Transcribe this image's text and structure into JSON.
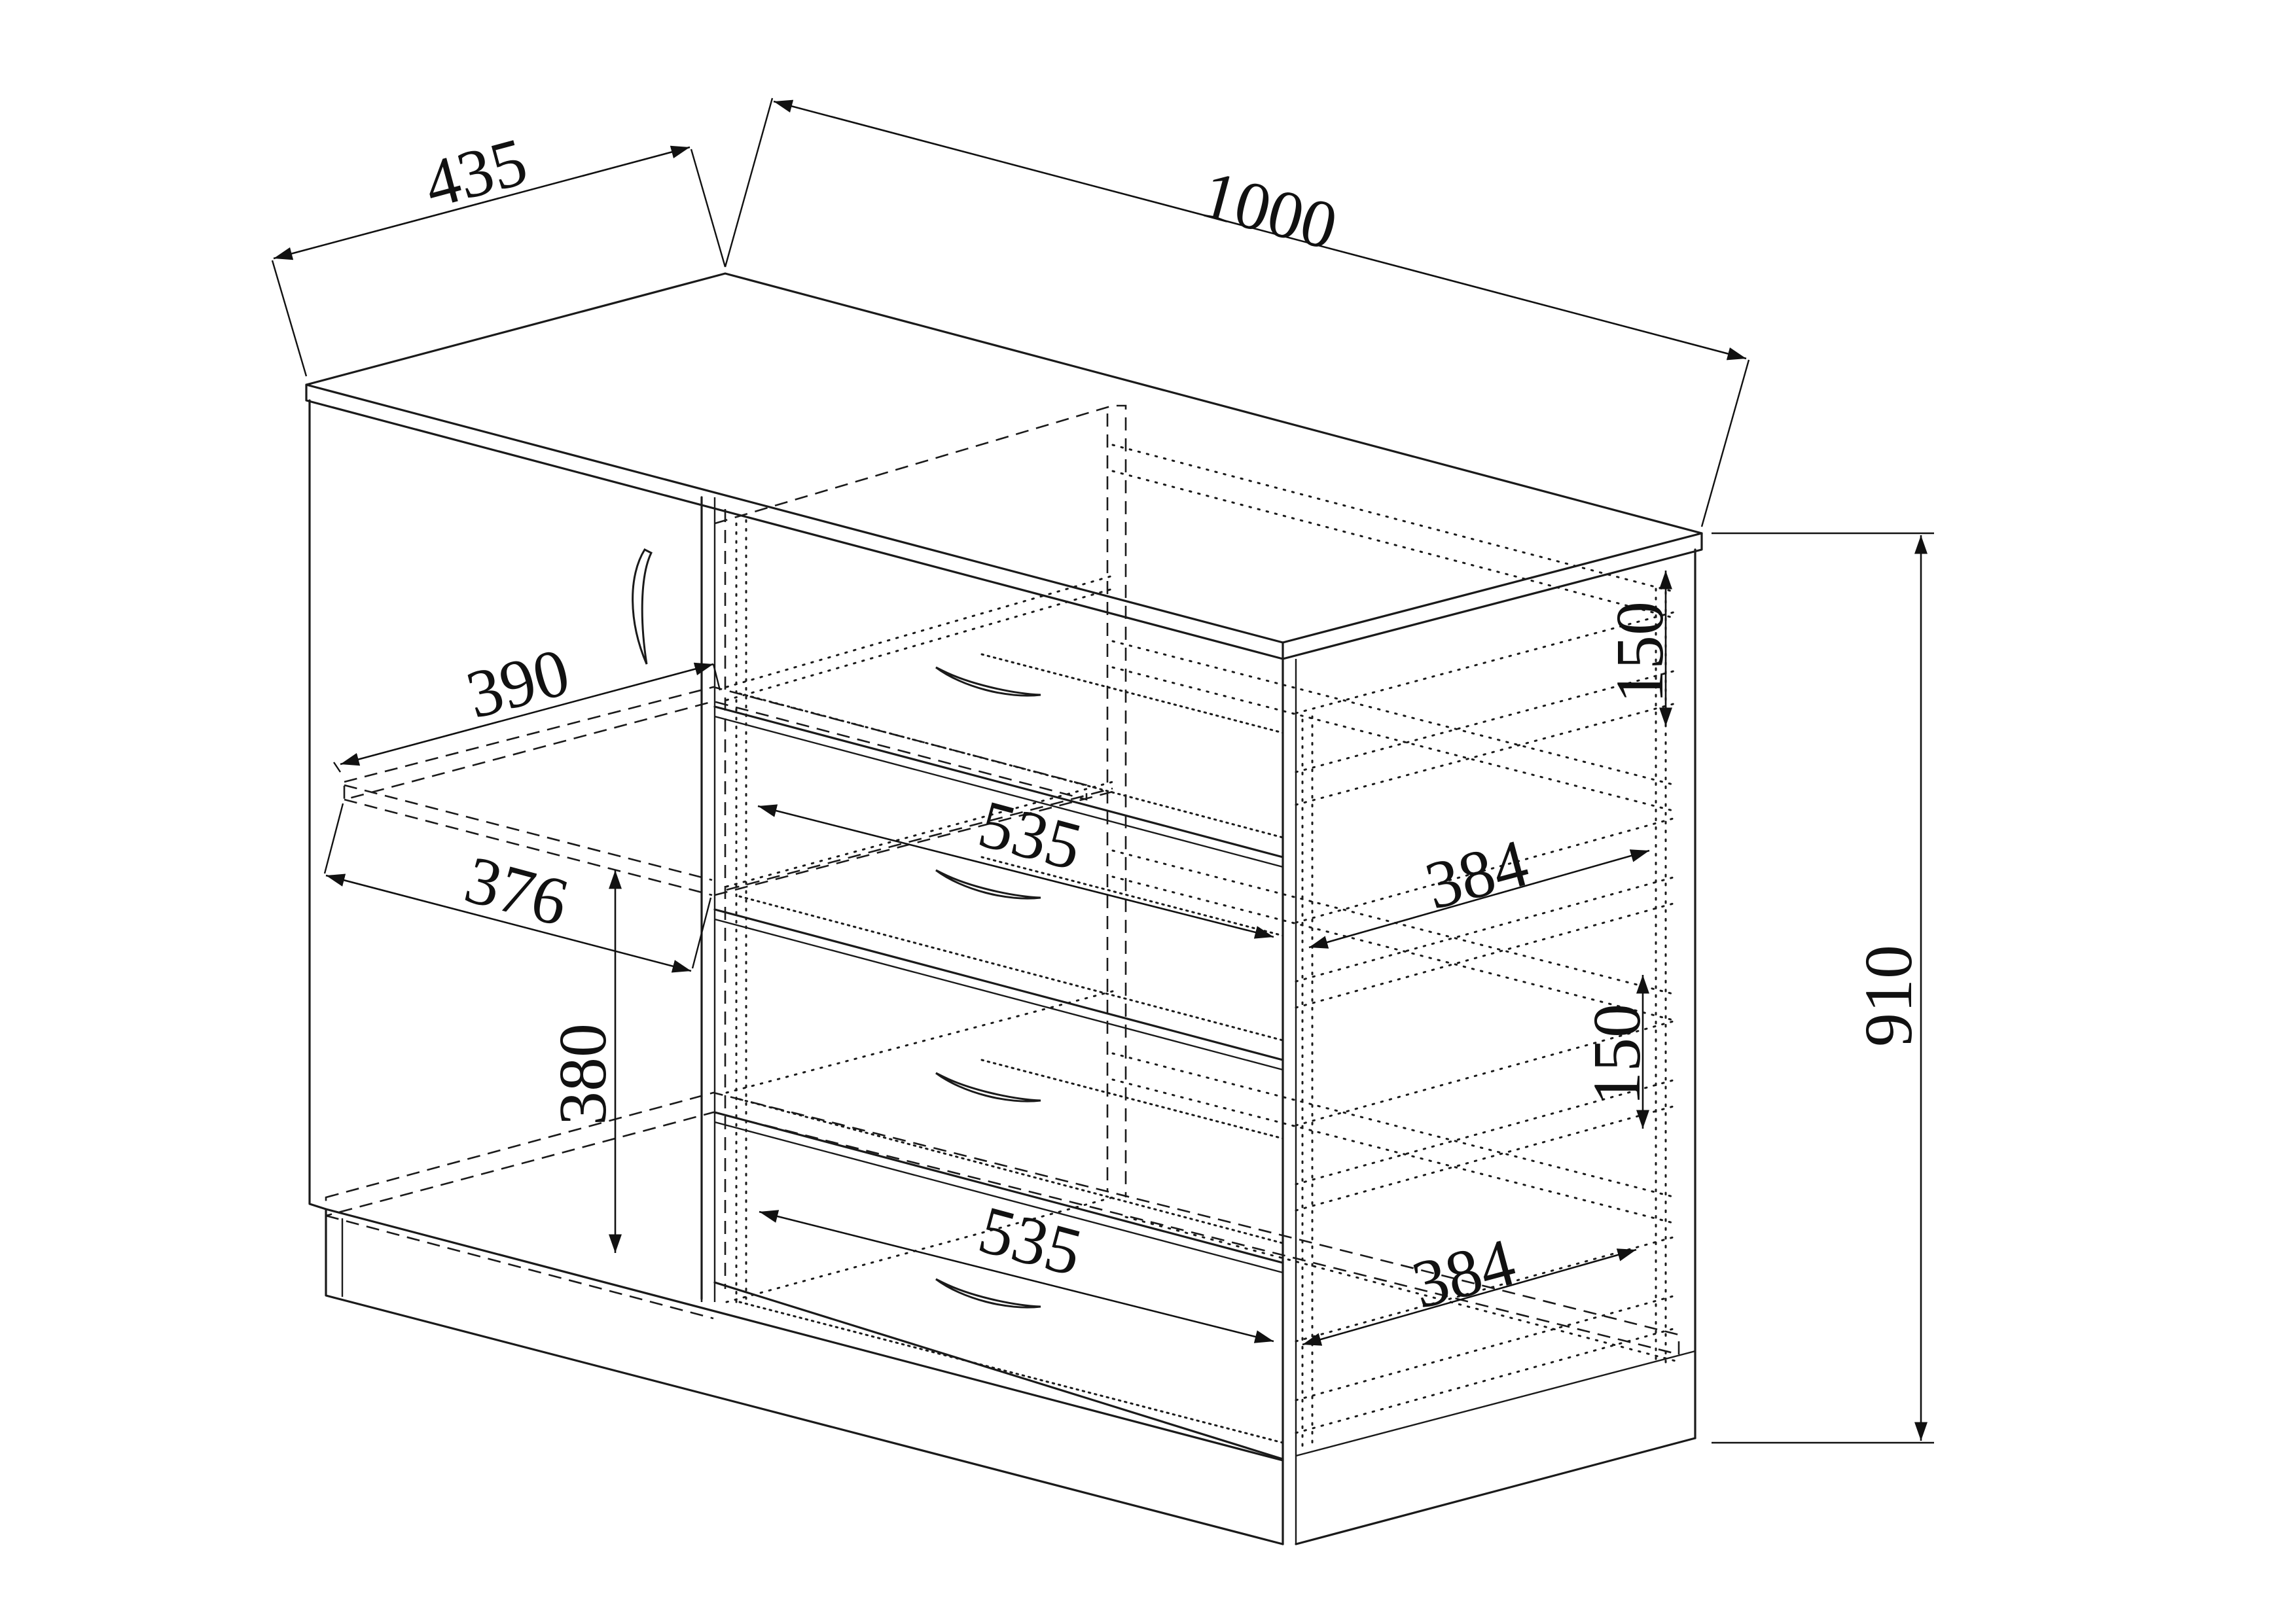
{
  "drawing": {
    "colors": {
      "line": "#1a1a1a",
      "background": "#ffffff"
    },
    "handle_icon_count": 5
  },
  "dimensions": {
    "depth": "435",
    "width": "1000",
    "height": "910",
    "drawer_height_top": "150",
    "drawer_height_lower": "150",
    "shelf_depth_outer": "390",
    "shelf_depth_inner": "376",
    "compartment_height": "380",
    "drawer_length_upper": "535",
    "drawer_length_lower": "535",
    "drawer_width_upper": "384",
    "drawer_width_lower": "384"
  }
}
